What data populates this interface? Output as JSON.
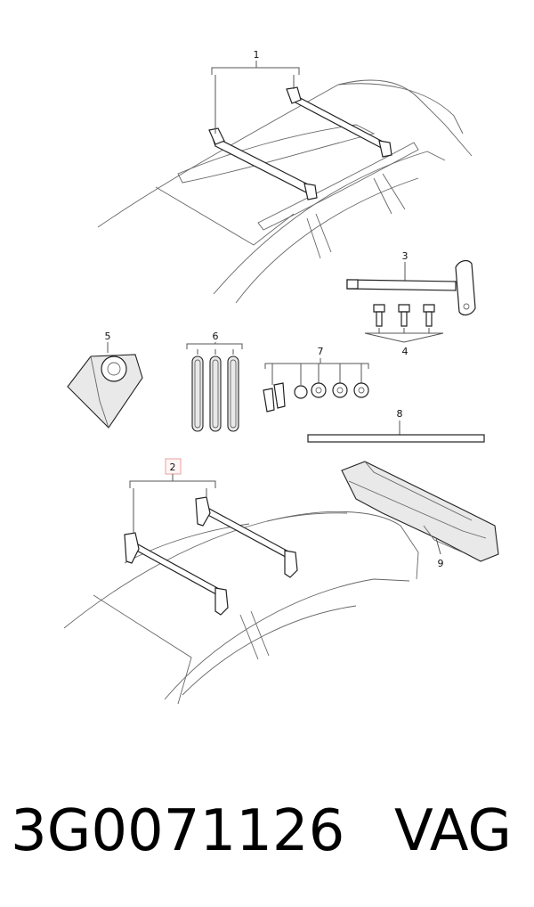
{
  "diagram": {
    "callouts": {
      "c1": "1",
      "c2": "2",
      "c3": "3",
      "c4": "4",
      "c5": "5",
      "c6": "6",
      "c7": "7",
      "c8": "8",
      "c9": "9"
    },
    "highlight_color": "#e8a0a0"
  },
  "caption": {
    "part_number": "3G0071126",
    "brand": "VAG"
  }
}
